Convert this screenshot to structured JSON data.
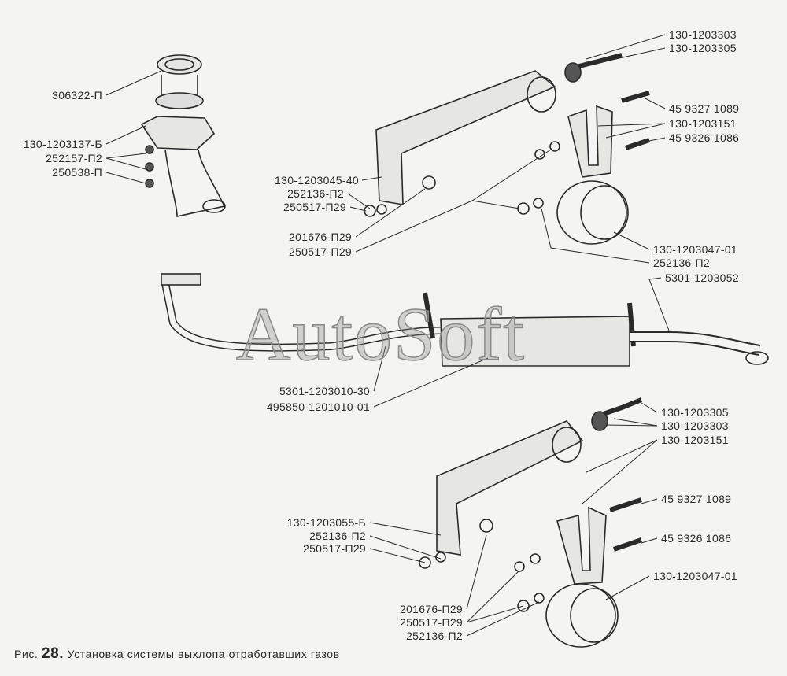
{
  "caption": {
    "prefix": "Рис.",
    "number": "28.",
    "text": "Установка системы выхлопа отработавших газов"
  },
  "watermark": "AutoSoft",
  "labels": {
    "l1": "306322-П",
    "l2": "130-1203137-Б",
    "l3": "252157-П2",
    "l4": "250538-П",
    "m1": "130-1203045-40",
    "m2": "252136-П2",
    "m3": "250517-П29",
    "m4": "201676-П29",
    "m5": "250517-П29",
    "t1": "130-1203303",
    "t2": "130-1203305",
    "t3": "45 9327 1089",
    "t4": "130-1203151",
    "t5": "45 9326 1086",
    "t6": "130-1203047-01",
    "t7": "252136-П2",
    "t8": "5301-1203052",
    "c1": "5301-1203010-30",
    "c2": "495850-1201010-01",
    "b1": "130-1203305",
    "b2": "130-1203303",
    "b3": "130-1203151",
    "b4": "45 9327 1089",
    "b5": "45 9326 1086",
    "b6": "130-1203047-01",
    "b7": "130-1203055-Б",
    "b8": "252136-П2",
    "b9": "250517-П29",
    "b10": "201676-П29",
    "b11": "250517-П29",
    "b12": "252136-П2"
  }
}
